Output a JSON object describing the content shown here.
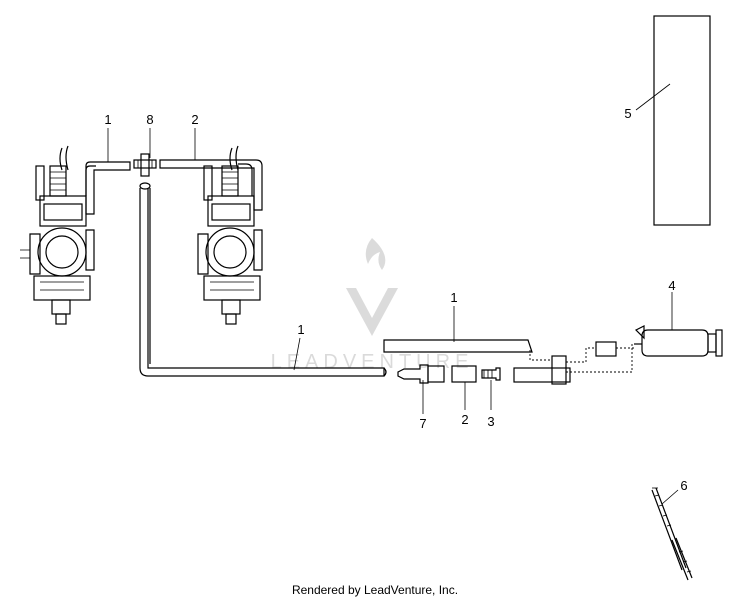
{
  "callouts": {
    "c1_top": "1",
    "c8": "8",
    "c2_top": "2",
    "c5": "5",
    "c1_mid": "1",
    "c4": "4",
    "c1_low": "1",
    "c7": "7",
    "c2_low": "2",
    "c3": "3",
    "c6": "6"
  },
  "watermark": {
    "text": "LEADVENTURE"
  },
  "footer": {
    "text": "Rendered by LeadVenture, Inc."
  }
}
